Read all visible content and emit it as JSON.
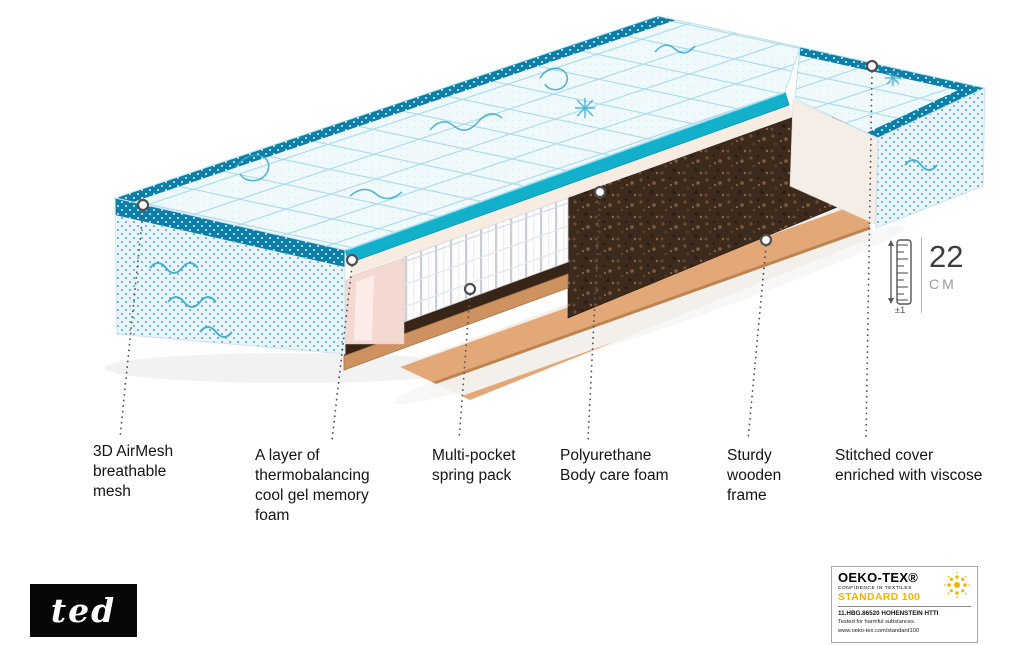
{
  "callouts": [
    {
      "id": "airmesh",
      "text": "3D AirMesh\nbreathable\nmesh"
    },
    {
      "id": "gel-foam",
      "text": "A layer of\nthermobalancing\ncool gel memory\nfoam"
    },
    {
      "id": "springs",
      "text": "Multi-pocket\nspring pack"
    },
    {
      "id": "polyurethane",
      "text": "Polyurethane\nBody care foam"
    },
    {
      "id": "frame",
      "text": "Sturdy\nwooden\nframe"
    },
    {
      "id": "cover",
      "text": "Stitched cover\nenriched with viscose"
    }
  ],
  "height_indicator": {
    "value": "22",
    "unit": "CM",
    "tolerance": "±1"
  },
  "brand": {
    "name": "TED"
  },
  "certification": {
    "name": "OEKO-TEX®",
    "tagline": "CONFIDENCE IN TEXTILES",
    "standard": "STANDARD 100",
    "license": "11.HBG.86520 HOHENSTEIN HTTI",
    "claim": "Tested for harmful substances.",
    "url": "www.oeko-tex.com/standard100"
  },
  "colors": {
    "gel_teal": "#12b0cb",
    "quilt_blue": "#f0f9fc",
    "border_band_blue": "#0d7fa6",
    "foam_pink": "#f4d9d2",
    "wood": "#e2a877",
    "poly_brown": "#3c2a1d",
    "standard_gold": "#f0b400"
  },
  "icons": {
    "ruler": "ruler-icon",
    "certification_emblem": "dotted-sun-icon",
    "callout_marker": "ring-marker-icon"
  }
}
